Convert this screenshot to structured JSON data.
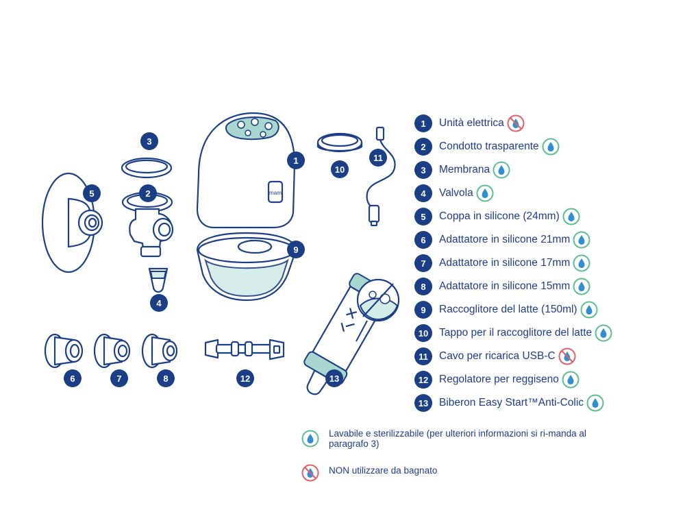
{
  "parts": [
    {
      "number": "1",
      "label": "Unità elettrica",
      "icon": "no-water-icon"
    },
    {
      "number": "2",
      "label": "Condotto trasparente",
      "icon": "washable-drop-icon"
    },
    {
      "number": "3",
      "label": "Membrana",
      "icon": "washable-drop-icon"
    },
    {
      "number": "4",
      "label": "Valvola",
      "icon": "washable-drop-icon"
    },
    {
      "number": "5",
      "label": "Coppa in silicone (24mm)",
      "icon": "washable-drop-icon"
    },
    {
      "number": "6",
      "label": "Adattatore in silicone 21mm",
      "icon": "washable-drop-icon"
    },
    {
      "number": "7",
      "label": "Adattatore in silicone 17mm",
      "icon": "washable-drop-icon"
    },
    {
      "number": "8",
      "label": "Adattatore in silicone 15mm",
      "icon": "washable-drop-icon"
    },
    {
      "number": "9",
      "label": "Raccoglitore del latte (150ml)",
      "icon": "washable-drop-icon"
    },
    {
      "number": "10",
      "label": "Tappo per il raccoglitore del latte",
      "icon": "washable-drop-icon"
    },
    {
      "number": "11",
      "label": "Cavo per ricarica USB-C",
      "icon": "no-water-icon"
    },
    {
      "number": "12",
      "label": "Regolatore per reggiseno",
      "icon": "washable-drop-icon"
    },
    {
      "number": "13",
      "label": "Biberon Easy Start™Anti-Colic",
      "icon": "washable-drop-icon"
    }
  ],
  "notes": {
    "washable": "Lavabile e sterilizzabile (per ulteriori informazioni si ri-manda al paragrafo 3)",
    "not_wet": "NON utilizzare da bagnato"
  },
  "device_brand": "mam",
  "colors": {
    "navy": "#1b3f86",
    "teal": "#a9d6cf",
    "washable_ring": "#5dbf8e",
    "drop": "#2f8fd1",
    "prohibited": "#e0606a"
  }
}
